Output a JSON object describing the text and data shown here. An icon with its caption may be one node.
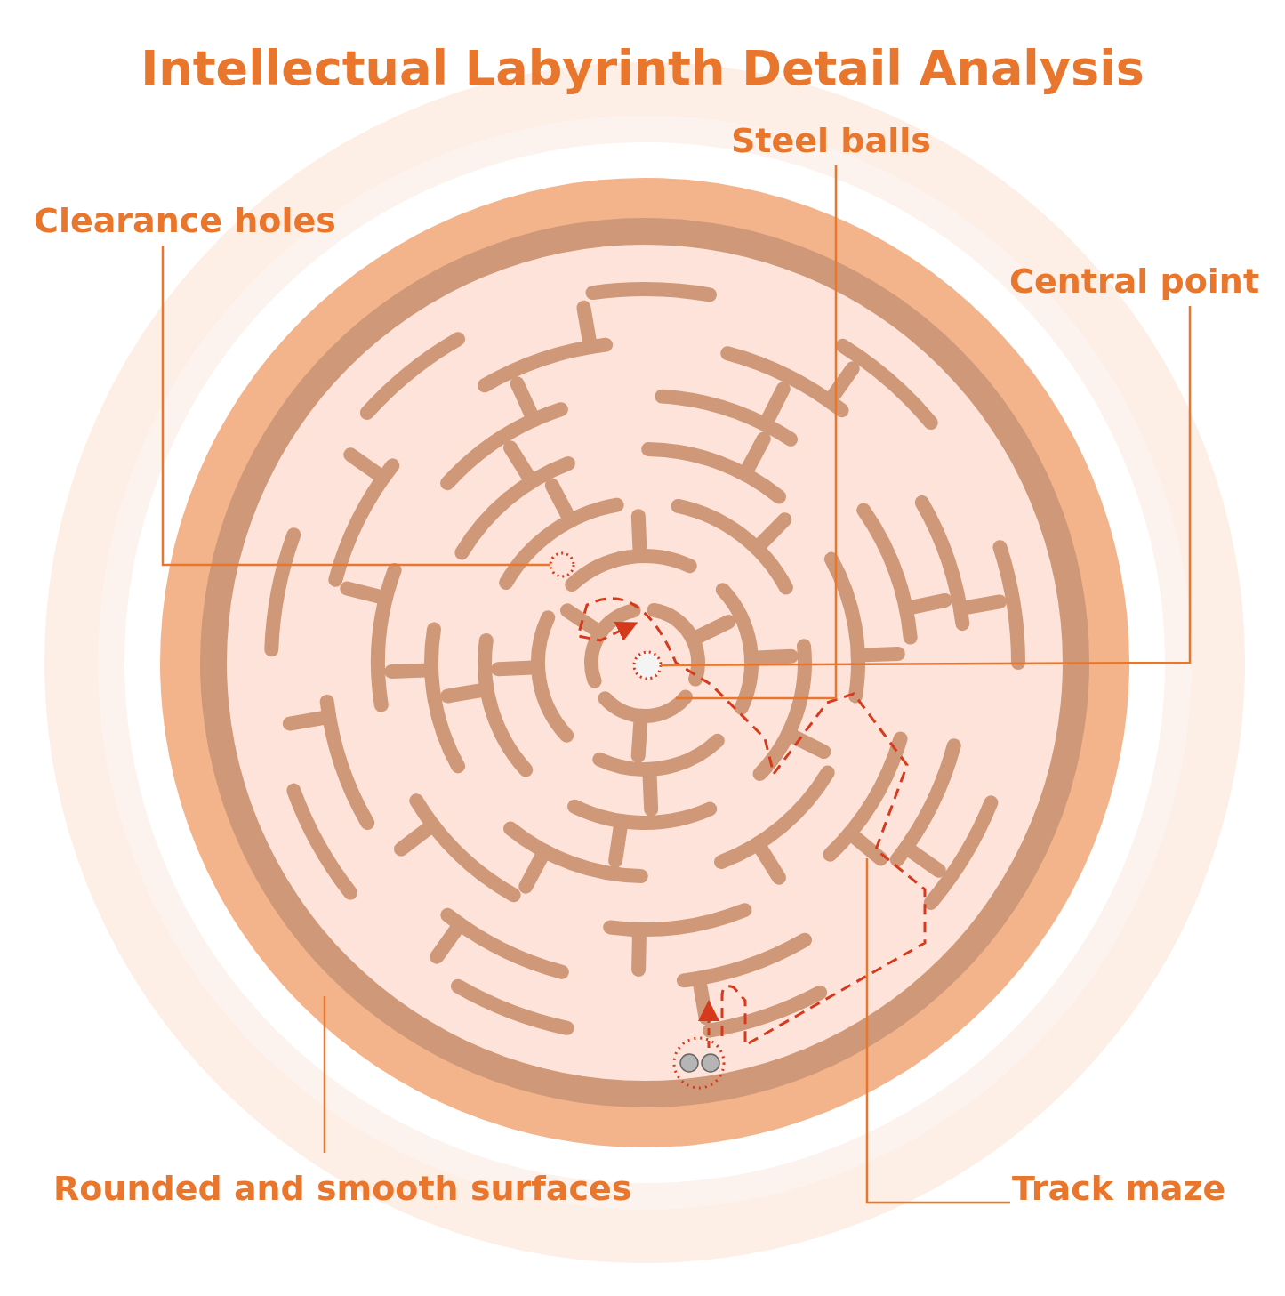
{
  "diagram": {
    "title": "Intellectual Labyrinth Detail Analysis",
    "nodes": [
      {
        "text": [
          "Clearance holes"
        ]
      },
      {
        "text": [
          "Steel balls"
        ]
      },
      {
        "text": [
          "Central point"
        ]
      },
      {
        "text": [
          "Rounded and smooth surfaces"
        ]
      },
      {
        "text": [
          "Track maze"
        ]
      },
      {
        "text": [],
        "shape": "circle"
      },
      {
        "text": [],
        "shape": "circle"
      }
    ],
    "edges": [
      {
        "from": 0,
        "to": 5,
        "arrow": "none"
      },
      {
        "from": 1,
        "to": null,
        "arrow": "none"
      },
      {
        "from": 2,
        "to": 6,
        "arrow": "none"
      },
      {
        "from": 3,
        "to": null,
        "arrow": "none"
      },
      {
        "from": 4,
        "to": null,
        "arrow": "none"
      }
    ]
  }
}
